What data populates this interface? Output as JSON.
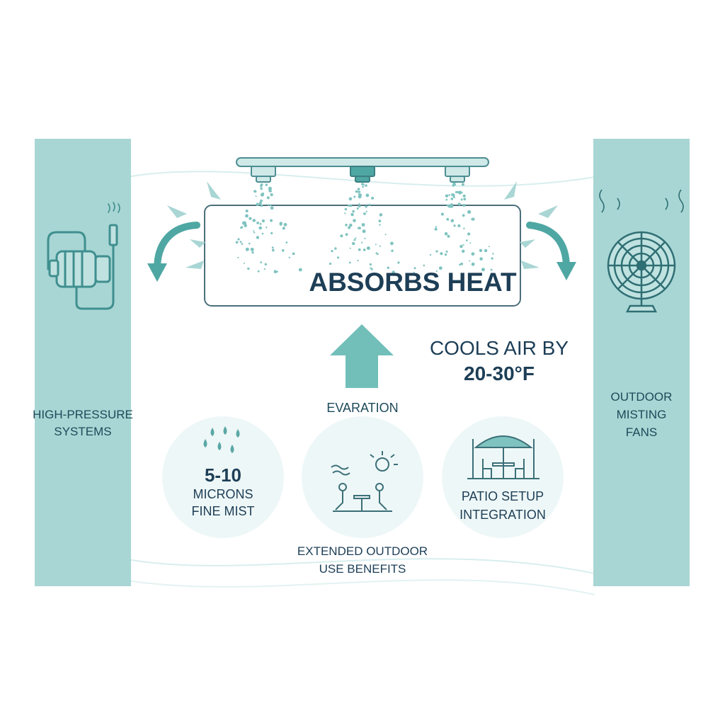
{
  "left_panel": {
    "label_line1": "HIGH-PRESSURE",
    "label_line2": "SYSTEMS",
    "icon": "pump-icon"
  },
  "right_panel": {
    "label_line1": "OUTDOOR",
    "label_line2": "MISTING",
    "label_line3": "FANS",
    "icon": "fan-icon"
  },
  "mist_box": {
    "title": "ABSORBS HEAT"
  },
  "arrow_label": "EVARATION",
  "cooling": {
    "line1": "COOLS AIR BY",
    "line2": "20-30°F"
  },
  "circles": [
    {
      "line1": "5-10",
      "line2": "MICRONS",
      "line3": "FINE MIST",
      "icon": "water-drops-icon"
    },
    {
      "icon": "outdoor-people-icon"
    },
    {
      "line1": "PATIO SETUP",
      "line2": "INTEGRATION",
      "icon": "patio-umbrella-icon"
    }
  ],
  "benefits": {
    "line1": "EXTENDED OUTDOOR",
    "line2": "USE BENEFITS"
  },
  "colors": {
    "teal_panel": "#a8d6d4",
    "teal_dark": "#3f8f8f",
    "navy_text": "#1d4a5a",
    "circle_fill": "#eef7f7"
  }
}
